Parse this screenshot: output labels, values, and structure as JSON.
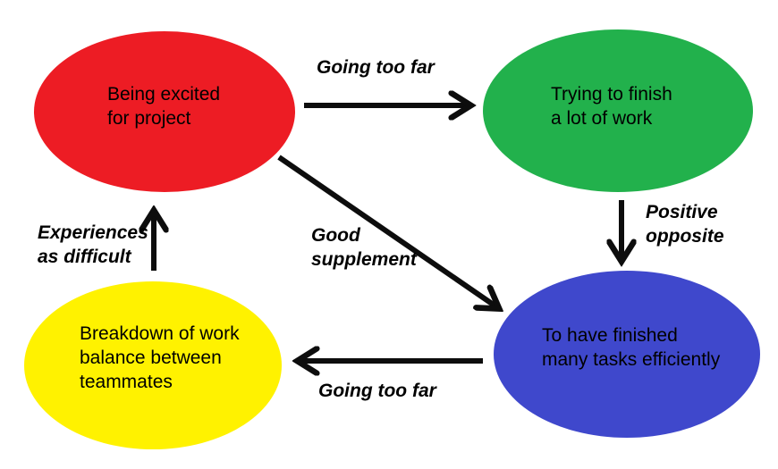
{
  "diagram": {
    "nodes": [
      {
        "id": "being-excited",
        "lines": [
          "Being excited",
          "for project"
        ],
        "color": "#ed1c24"
      },
      {
        "id": "trying-to-finish",
        "lines": [
          "Trying to finish",
          "a lot of work"
        ],
        "color": "#22b14c"
      },
      {
        "id": "finished-tasks",
        "lines": [
          "To have finished",
          "many tasks efficiently"
        ],
        "color": "#3f48cc"
      },
      {
        "id": "breakdown-balance",
        "lines": [
          "Breakdown of work",
          "balance between",
          "teammates"
        ],
        "color": "#fff200"
      }
    ],
    "edges": [
      {
        "from": "being-excited",
        "to": "trying-to-finish",
        "lines": [
          "Going too far"
        ]
      },
      {
        "from": "trying-to-finish",
        "to": "finished-tasks",
        "lines": [
          "Positive",
          "opposite"
        ]
      },
      {
        "from": "being-excited",
        "to": "finished-tasks",
        "lines": [
          "Good",
          "supplement"
        ]
      },
      {
        "from": "finished-tasks",
        "to": "breakdown-balance",
        "lines": [
          "Going too far"
        ]
      },
      {
        "from": "breakdown-balance",
        "to": "being-excited",
        "lines": [
          "Experiences",
          "as difficult"
        ]
      }
    ],
    "colors": {
      "arrow": "#0d0d0d",
      "background": "#ffffff",
      "text": "#000000"
    }
  }
}
